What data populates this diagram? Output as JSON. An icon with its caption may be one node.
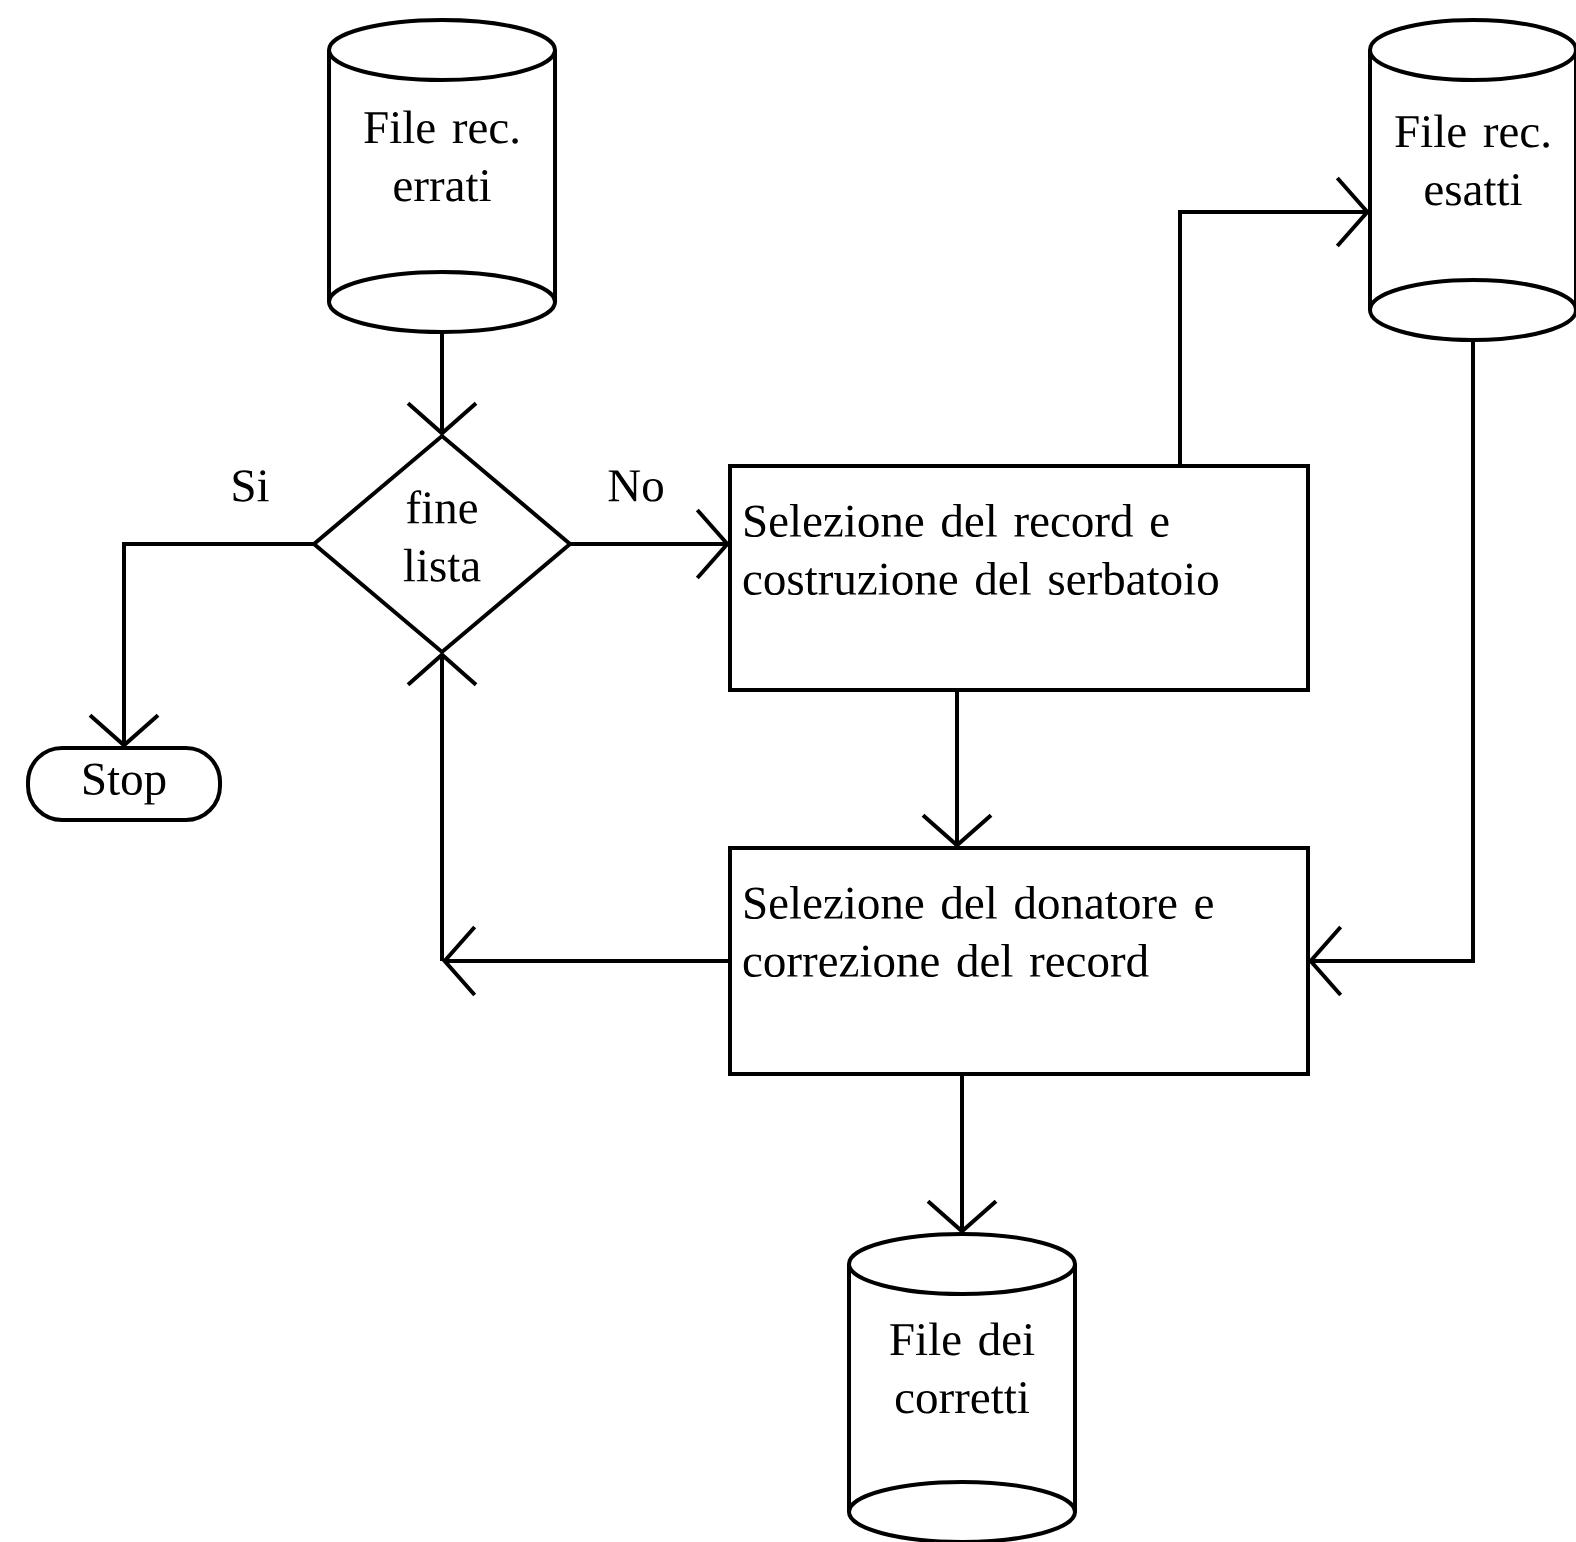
{
  "diagram": {
    "nodes": [
      {
        "text": [
          "File rec. errati"
        ]
      },
      {
        "text": [
          "fine lista"
        ]
      },
      {
        "text": [
          "Selezione del record e costruzione del serbatoio"
        ]
      },
      {
        "text": [
          "File rec. esatti"
        ]
      },
      {
        "text": [
          "Stop"
        ]
      },
      {
        "text": [
          "Selezione del donatore e correzione del record"
        ]
      },
      {
        "text": [
          "File dei corretti"
        ]
      }
    ],
    "edges": [
      {
        "from": 0,
        "to": 1,
        "arrow": "to"
      },
      {
        "from": 1,
        "to": 2,
        "arrow": "to",
        "label": "No"
      },
      {
        "from": 1,
        "to": 4,
        "arrow": "to",
        "label": "Si"
      },
      {
        "from": 2,
        "to": 3,
        "arrow": "to"
      },
      {
        "from": 2,
        "to": 5,
        "arrow": "to"
      },
      {
        "from": 3,
        "to": 5,
        "arrow": "to"
      },
      {
        "from": 5,
        "to": 1,
        "arrow": "to"
      },
      {
        "from": 5,
        "to": 6,
        "arrow": "to"
      }
    ]
  }
}
